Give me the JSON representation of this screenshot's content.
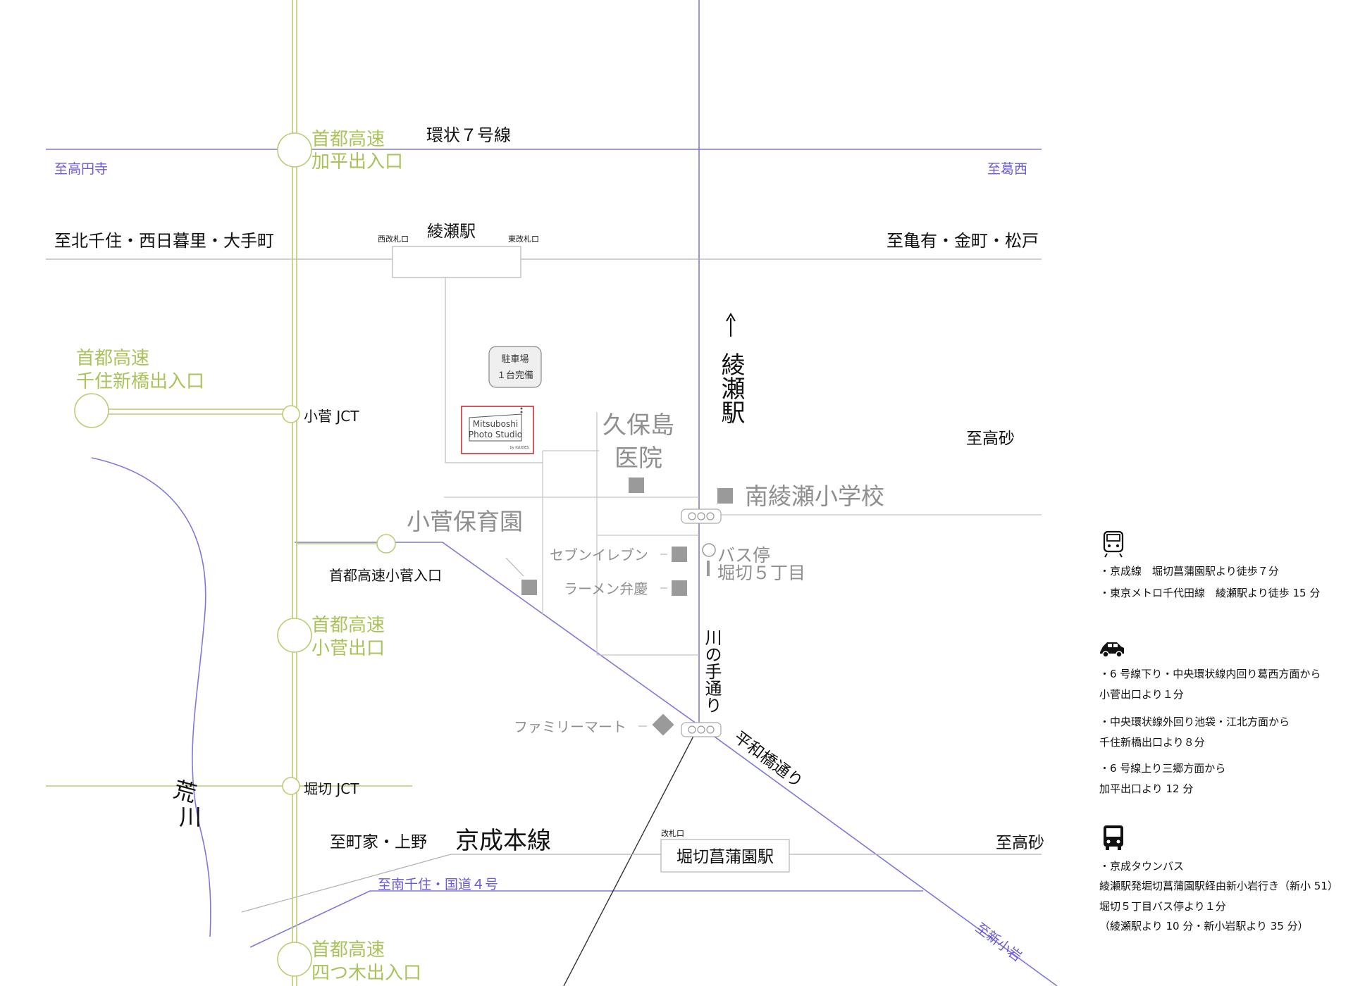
{
  "colors": {
    "road_blue": "#7f78dc",
    "highway_green": "#b9cd73",
    "gray_line": "#bdbdbd",
    "marker_gray": "#9a9a9a",
    "label_purple": "#6a5bd6",
    "label_green": "#a9c35a",
    "studio_border": "#d32f2f"
  },
  "labels": {
    "kanjo7": "環状７号線",
    "to_koenji": "至高円寺",
    "to_kasai": "至葛西",
    "to_kitasenju": "至北千住・西日暮里・大手町",
    "to_kameari": "至亀有・金町・松戸",
    "ayase_station": "綾瀬駅",
    "west_gate": "西改札口",
    "east_gate": "東改札口",
    "hw_kahei_1": "首都高速",
    "hw_kahei_2": "加平出入口",
    "hw_senju_1": "首都高速",
    "hw_senju_2": "千住新橋出入口",
    "kosuge_jct": "小菅 JCT",
    "parking_1": "駐車場",
    "parking_2": "１台完備",
    "studio_1": "Mitsuboshi",
    "studio_2": "Photo Studio",
    "studio_3": "by IGUDES",
    "kubojima_1": "久保島",
    "kubojima_2": "医院",
    "to_takasago_top": "至高砂",
    "minami_ayase": "南綾瀬小学校",
    "kosuge_hoikuen": "小菅保育園",
    "seven_eleven": "セブンイレブン",
    "bus_stop_1": "バス停",
    "bus_stop_2": "堀切５丁目",
    "hw_kosuge_entrance": "首都高速小菅入口",
    "ramen": "ラーメン弁慶",
    "hw_kosuge_exit_1": "首都高速",
    "hw_kosuge_exit_2": "小菅出口",
    "arakawa": "荒川",
    "ayase_arrow_text": "綾瀬駅",
    "kawanote": "川の手通り",
    "family_mart": "ファミリーマート",
    "heiwabashi": "平和橋通り",
    "horikiri_jct": "堀切 JCT",
    "to_machiya": "至町家・上野",
    "keisei_main": "京成本線",
    "ticket_gate": "改札口",
    "horikiri_station": "堀切菖蒲園駅",
    "to_takasago_bottom": "至高砂",
    "to_minamisenju": "至南千住・国道４号",
    "to_shinkoiwa": "至新小岩",
    "hw_yotsugi_1": "首都高速",
    "hw_yotsugi_2": "四つ木出入口"
  },
  "legend": {
    "train": {
      "icon": "train-icon",
      "lines": [
        "・京成線　堀切菖蒲園駅より徒歩７分",
        "・東京メトロ千代田線　綾瀬駅より徒歩 15 分"
      ]
    },
    "car": {
      "icon": "car-icon",
      "lines": [
        "・6 号線下り・中央環状線内回り葛西方面から",
        "小菅出口より１分",
        "・中央環状線外回り池袋・江北方面から",
        "千住新橋出口より８分",
        "・6 号線上り三郷方面から",
        "加平出口より 12 分"
      ]
    },
    "bus": {
      "icon": "bus-icon",
      "lines": [
        "・京成タウンバス",
        "綾瀬駅発堀切菖蒲園駅経由新小岩行き（新小 51）",
        "堀切５丁目バス停より１分",
        "（綾瀬駅より 10 分・新小岩駅より 35 分）"
      ]
    }
  }
}
